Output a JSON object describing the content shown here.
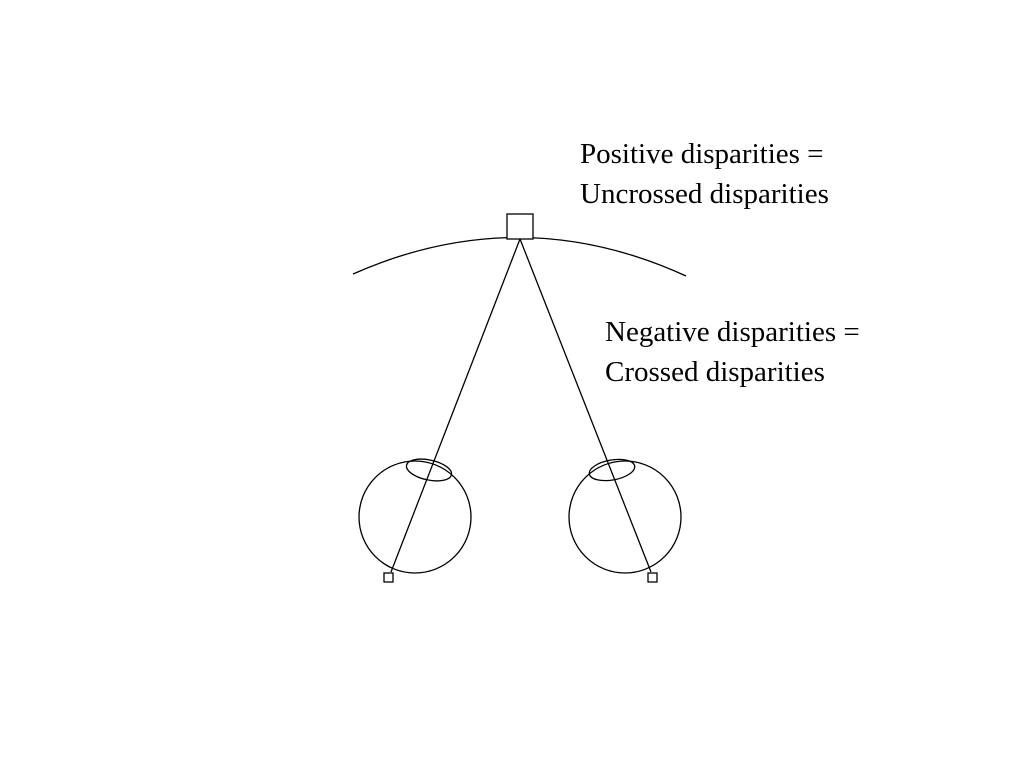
{
  "labels": {
    "positive_line1": "Positive disparities =",
    "positive_line2": "Uncrossed disparities",
    "negative_line1": "Negative disparities =",
    "negative_line2": "Crossed disparities"
  },
  "colors": {
    "stroke": "#000000",
    "background": "#ffffff"
  }
}
